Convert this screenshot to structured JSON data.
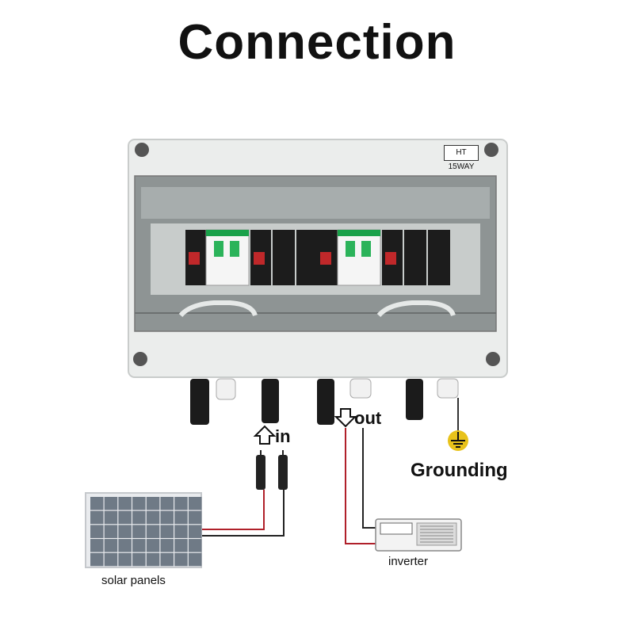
{
  "title": "Connection",
  "box": {
    "label": "HT 15WAY"
  },
  "labels": {
    "in": "in",
    "out": "out",
    "grounding": "Grounding",
    "solar_panels": "solar panels",
    "inverter": "inverter"
  },
  "colors": {
    "positive_wire": "#b0202a",
    "negative_wire": "#222222",
    "enclosure": "#eceeed",
    "ground_symbol": "#e8c21a"
  }
}
